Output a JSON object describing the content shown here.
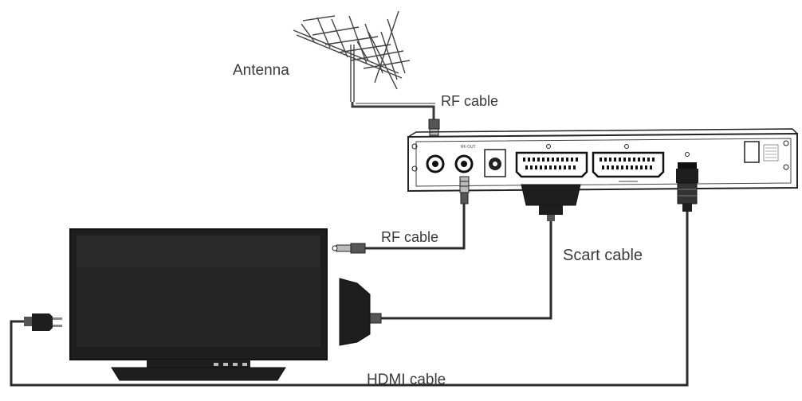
{
  "labels": {
    "antenna": "Antenna",
    "rf_cable_top": "RF  cable",
    "rf_cable_tv": "RF cable",
    "scart_cable": "Scart cable",
    "hdmi_cable": "HDMI cable"
  },
  "colors": {
    "cable": "#2b2b2b",
    "device_body": "#1e1e1e",
    "screen": "#262626",
    "outline": "#202020",
    "label": "#3a3a3a"
  }
}
